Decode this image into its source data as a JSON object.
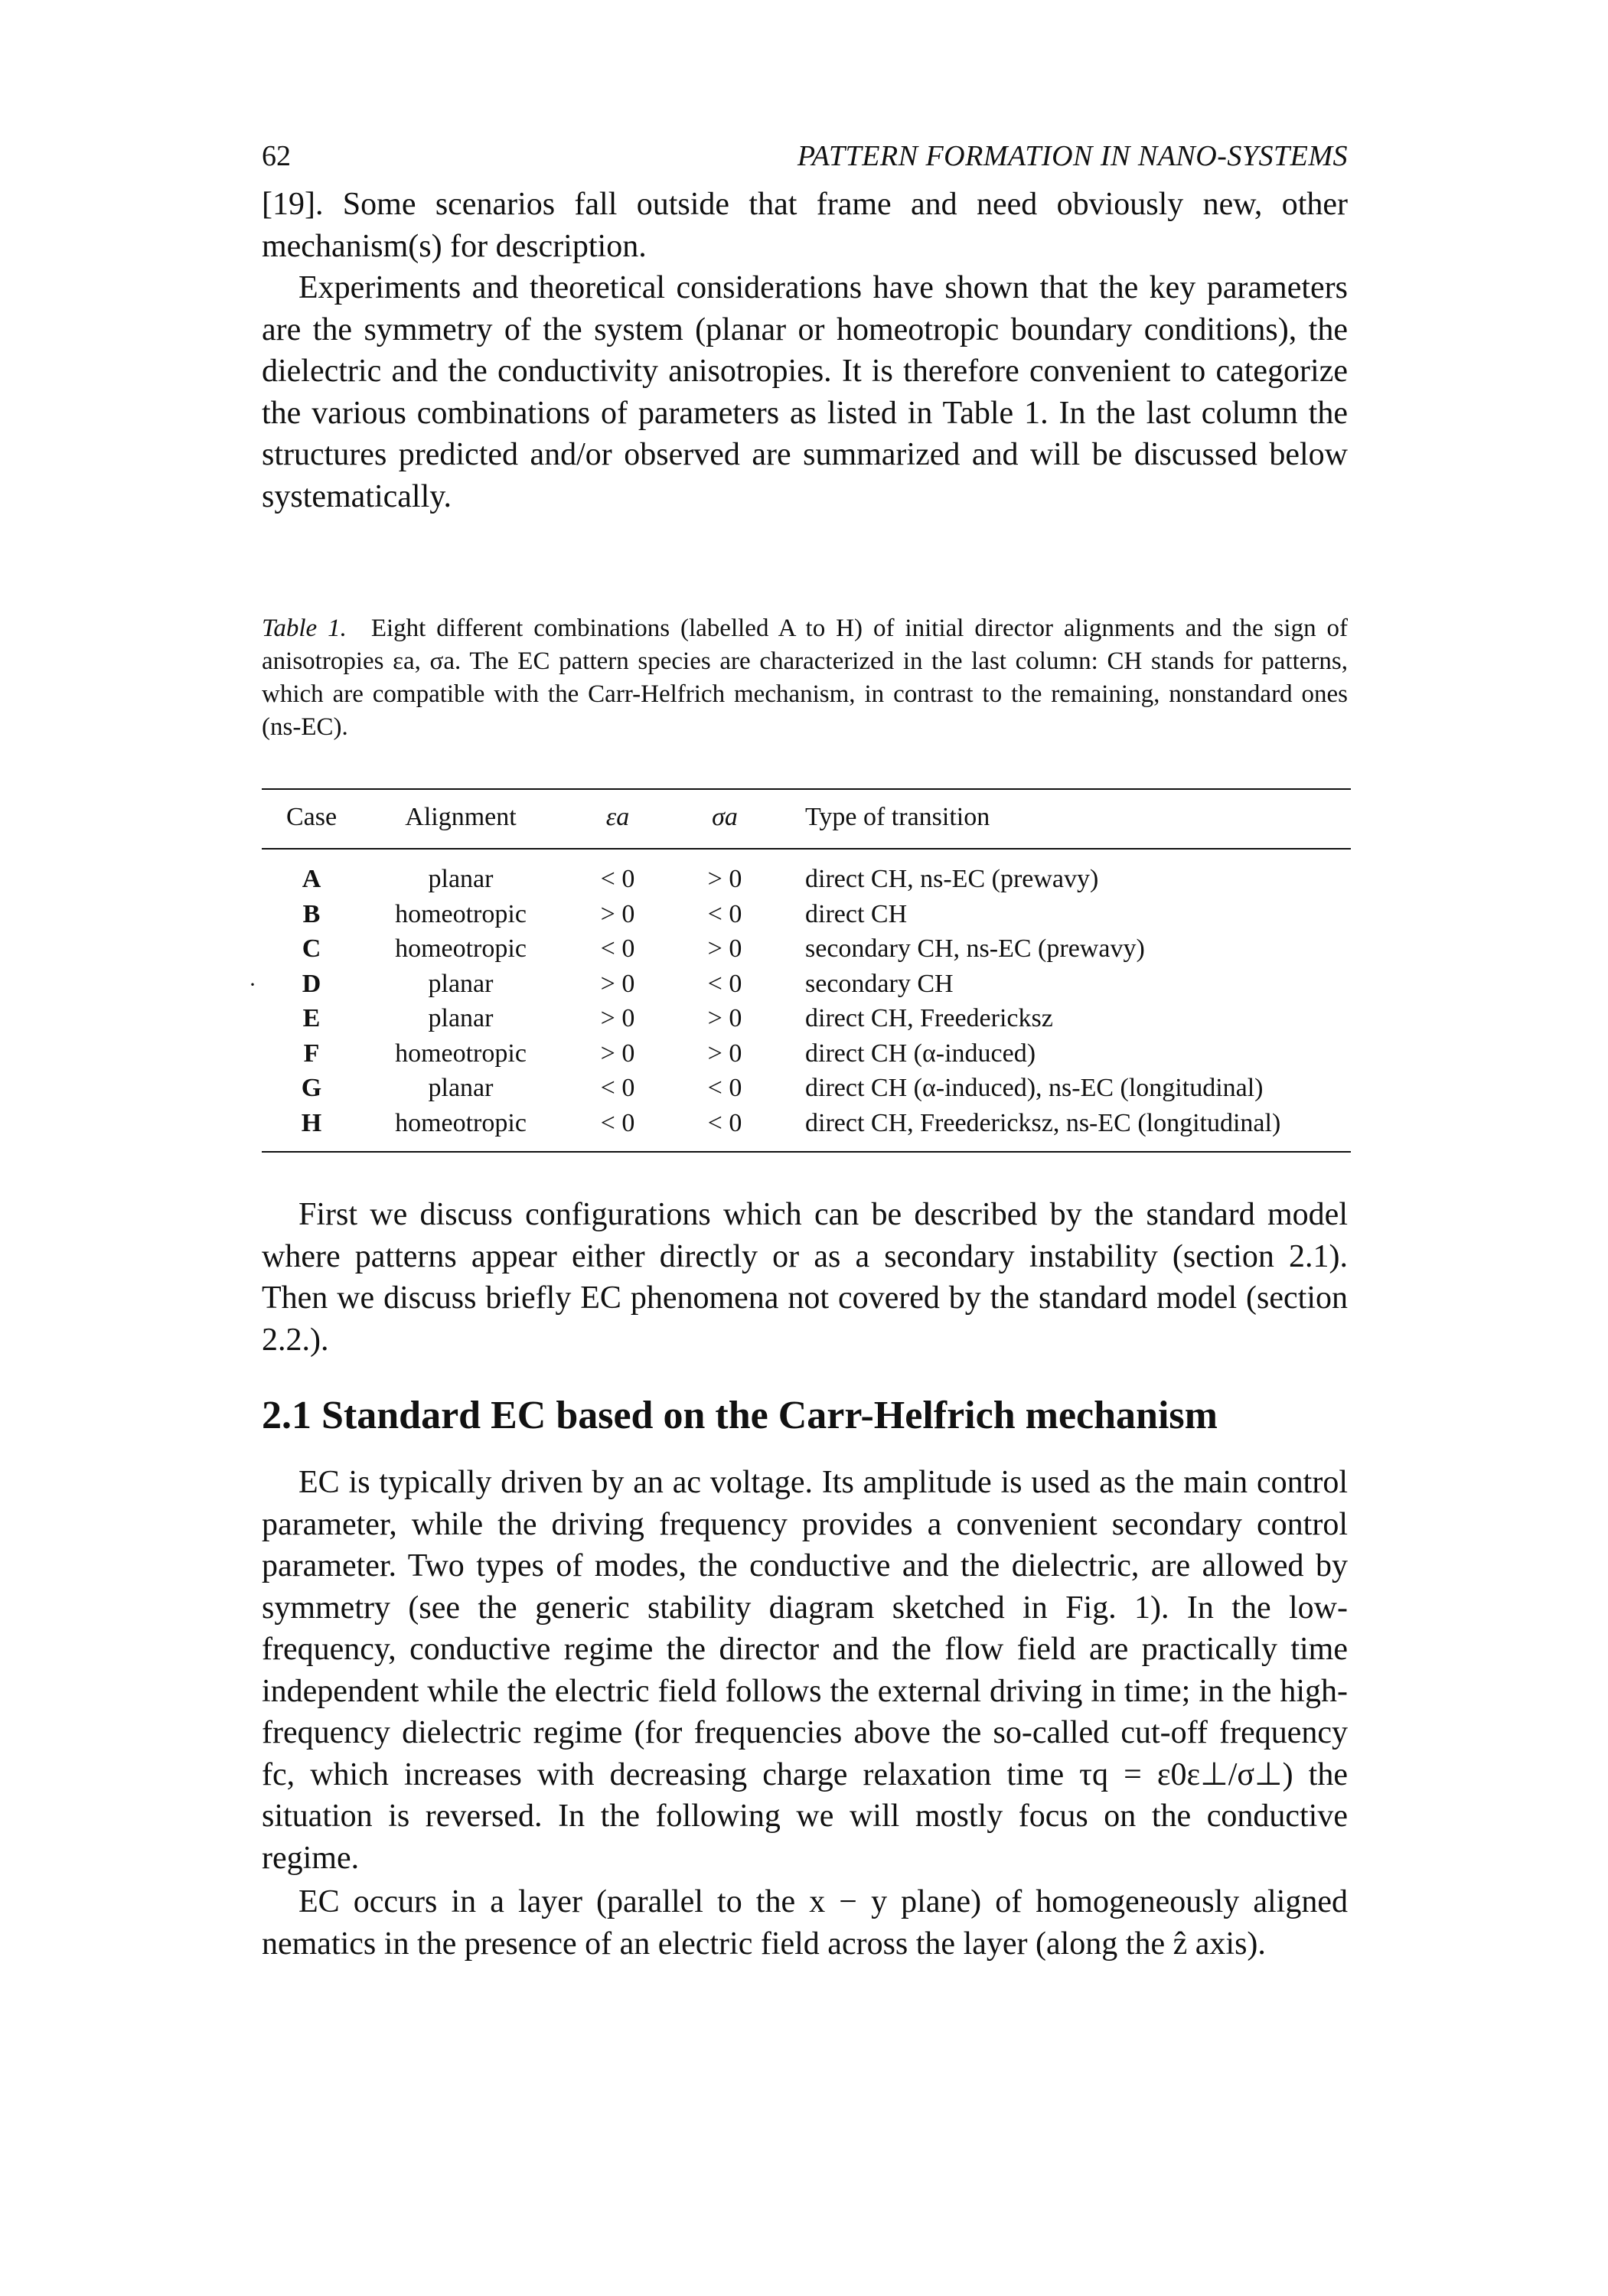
{
  "header": {
    "page_number": "62",
    "running_title": "PATTERN FORMATION IN NANO-SYSTEMS"
  },
  "paragraphs_top": [
    "[19]. Some scenarios fall outside that frame and need obviously new, other mechanism(s) for description.",
    "Experiments and theoretical considerations have shown that the key parameters are the symmetry of the system (planar or homeotropic boundary conditions), the dielectric and the conductivity anisotropies. It is therefore convenient to categorize the various combinations of parameters as listed in Table 1. In the last column the structures predicted and/or observed are summarized and will be discussed below systematically."
  ],
  "caption": {
    "label": "Table 1.",
    "text": "Eight different combinations (labelled A to H) of initial director alignments and the sign of anisotropies εa, σa. The EC pattern species are characterized in the last column: CH stands for patterns, which are compatible with the Carr-Helfrich mechanism, in contrast to the remaining, nonstandard ones (ns-EC)."
  },
  "table": {
    "headers": [
      "Case",
      "Alignment",
      "εa",
      "σa",
      "Type of transition"
    ],
    "rows": [
      {
        "case": "A",
        "alignment": "planar",
        "ea": "< 0",
        "sa": "> 0",
        "type": "direct CH, ns-EC (prewavy)"
      },
      {
        "case": "B",
        "alignment": "homeotropic",
        "ea": "> 0",
        "sa": "< 0",
        "type": "direct CH"
      },
      {
        "case": "C",
        "alignment": "homeotropic",
        "ea": "< 0",
        "sa": "> 0",
        "type": "secondary CH, ns-EC (prewavy)"
      },
      {
        "case": "D",
        "alignment": "planar",
        "ea": "> 0",
        "sa": "< 0",
        "type": "secondary CH"
      },
      {
        "case": "E",
        "alignment": "planar",
        "ea": "> 0",
        "sa": "> 0",
        "type": "direct CH, Freedericksz"
      },
      {
        "case": "F",
        "alignment": "homeotropic",
        "ea": "> 0",
        "sa": "> 0",
        "type": "direct CH (α-induced)"
      },
      {
        "case": "G",
        "alignment": "planar",
        "ea": "< 0",
        "sa": "< 0",
        "type": "direct CH (α-induced), ns-EC (longitudinal)"
      },
      {
        "case": "H",
        "alignment": "homeotropic",
        "ea": "< 0",
        "sa": "< 0",
        "type": "direct CH, Freedericksz, ns-EC (longitudinal)"
      }
    ]
  },
  "paragraph_mid": "First we discuss configurations which can be described by the standard model where patterns appear either directly or as a secondary instability (section 2.1). Then we discuss briefly EC phenomena not covered by the standard model (section 2.2.).",
  "section_heading": "2.1 Standard EC based on the Carr-Helfrich mechanism",
  "paragraphs_bottom": [
    "EC is typically driven by an ac voltage. Its amplitude is used as the main control parameter, while the driving frequency provides a convenient secondary control parameter. Two types of modes, the conductive and the dielectric, are allowed by symmetry (see the generic stability diagram sketched in Fig. 1). In the low-frequency, conductive regime the director and the flow field are practically time independent while the electric field follows the external driving in time; in the high-frequency dielectric regime (for frequencies above the so-called cut-off frequency fc, which increases with decreasing charge relaxation time τq = ε0ε⊥/σ⊥) the situation is reversed. In the following we will mostly focus on the conductive regime.",
    "EC occurs in a layer (parallel to the x − y plane) of homogeneously aligned nematics in the presence of an electric field across the layer (along the ẑ axis)."
  ]
}
